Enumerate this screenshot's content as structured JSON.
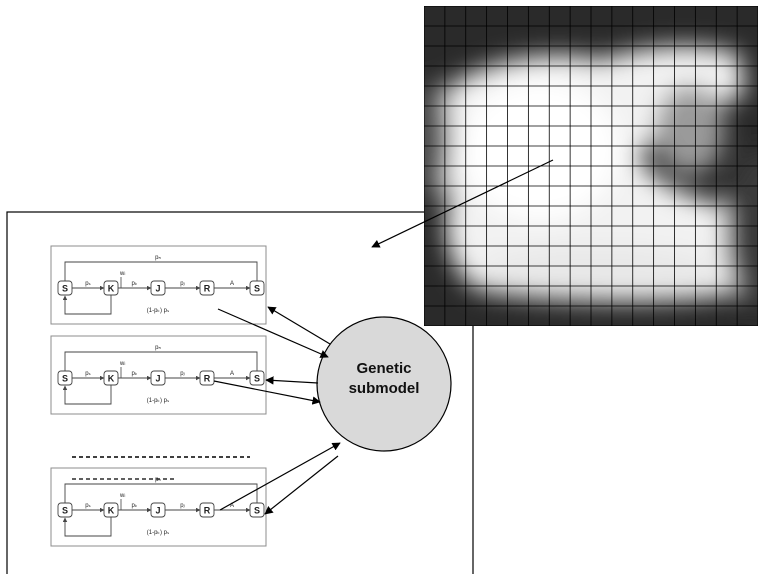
{
  "bubble": {
    "line1": "Genetic",
    "line2": "submodel"
  },
  "nodes": [
    "S",
    "K",
    "J",
    "R",
    "S"
  ],
  "edges": {
    "p_sk": "pₛ",
    "p_kj": "pₖ",
    "p_jr": "pⱼ",
    "p_rs": "A",
    "bottom": "(1-pₖ) pₛ",
    "top": "pₙ",
    "w": "wₗ"
  },
  "colors": {
    "grid_line": "#000000",
    "bubble_fill": "#d9d9d9",
    "panel_border": "#8c8c8c",
    "arrow": "#000000"
  }
}
